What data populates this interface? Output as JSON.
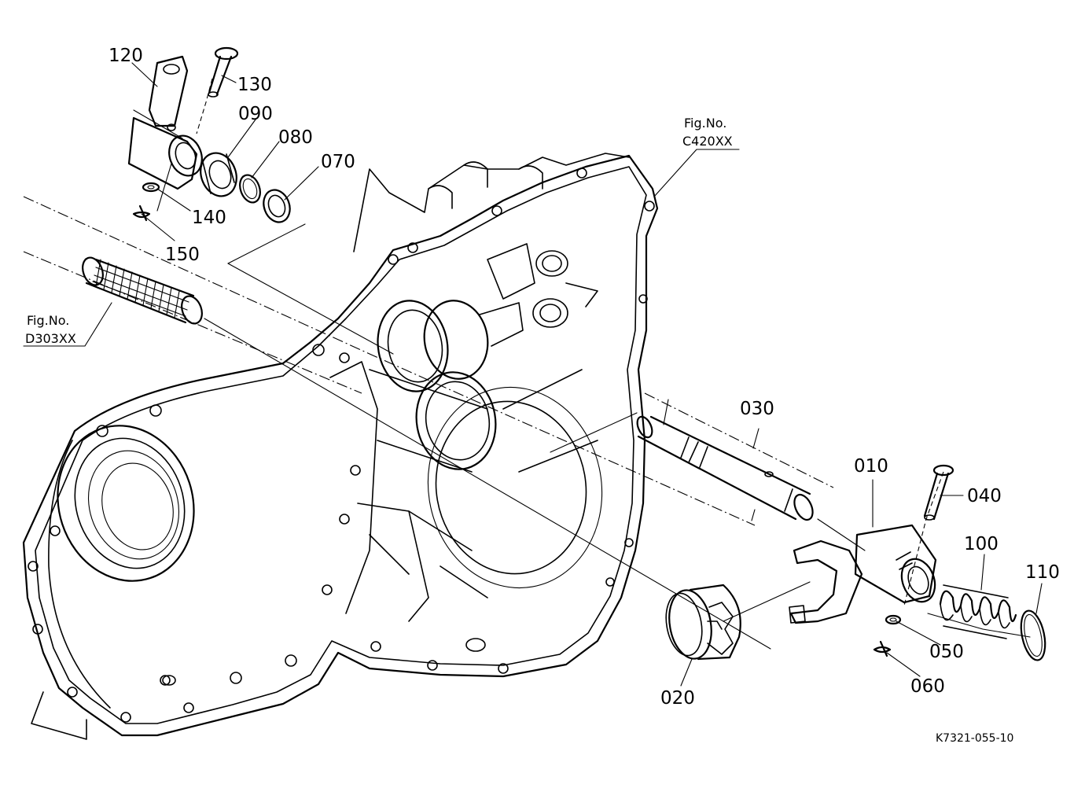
{
  "parts": {
    "p010": "010",
    "p020": "020",
    "p030": "030",
    "p040": "040",
    "p050": "050",
    "p060": "060",
    "p070": "070",
    "p080": "080",
    "p090": "090",
    "p100": "100",
    "p110": "110",
    "p120": "120",
    "p130": "130",
    "p140": "140",
    "p150": "150"
  },
  "refs": {
    "c420": {
      "line1": "Fig.No.",
      "line2": "C420XX"
    },
    "d303": {
      "line1": "Fig.No.",
      "line2": "D303XX"
    }
  },
  "drawing_code": "K7321-055-10",
  "colors": {
    "ink": "#000000",
    "paper": "#ffffff"
  }
}
